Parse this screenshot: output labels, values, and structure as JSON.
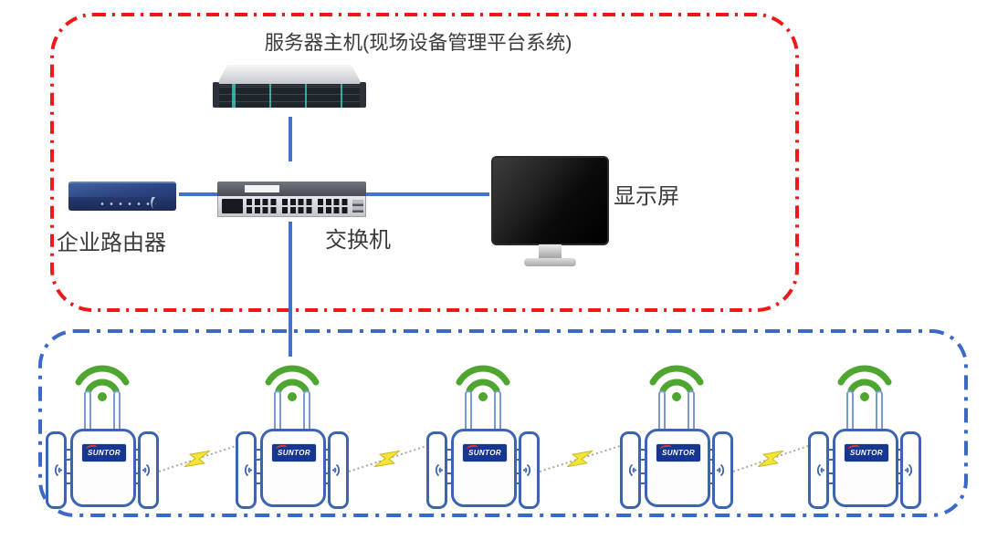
{
  "diagram": {
    "labels": {
      "server": "服务器主机(现场设备管理平台系统)",
      "router": "企业路由器",
      "switch": "交换机",
      "display": "显示屏"
    },
    "wireless_devices": {
      "count": 5,
      "brand": "SUNTOR"
    },
    "colors": {
      "control_zone_border": "#f21616",
      "field_zone_border": "#3c68c8",
      "connection_line": "#4472c4",
      "wifi_signal": "#4ea52f",
      "device_outline": "#3c64b0",
      "brand_badge_bg": "#16368f",
      "lightning": "#f2e438",
      "wireless_link": "#a9a99b"
    },
    "icons": {
      "wifi": "wifi-signal-icon",
      "wave_left": "radio-wave-left-icon",
      "wave_right": "radio-wave-right-icon",
      "lightning": "lightning-bolt-icon"
    }
  }
}
